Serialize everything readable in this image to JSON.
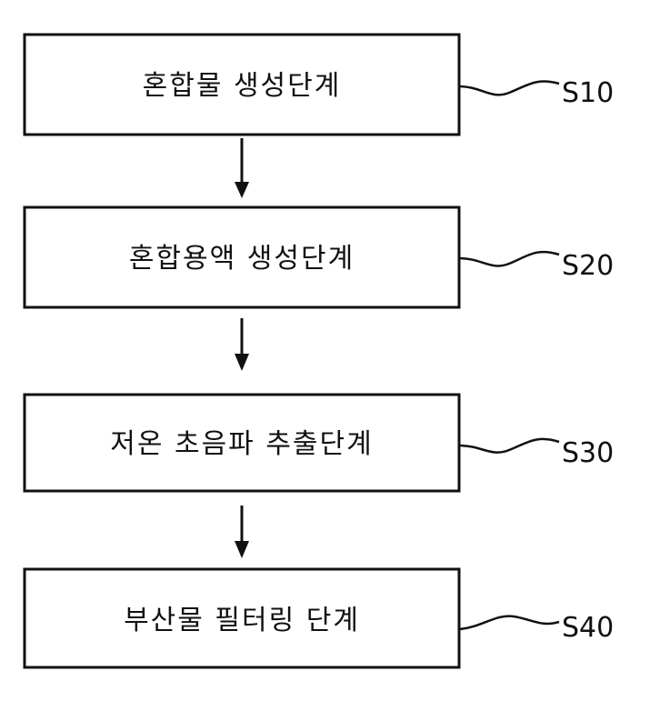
{
  "steps": [
    {
      "label": "혼합물 생성단계",
      "code": "S10"
    },
    {
      "label": "혼합용액 생성단계",
      "code": "S20"
    },
    {
      "label": "저온 초음파 추출단계",
      "code": "S30"
    },
    {
      "label": "부산물 필터링 단계",
      "code": "S40"
    }
  ],
  "colors": {
    "stroke": "#111111",
    "background": "#ffffff"
  }
}
